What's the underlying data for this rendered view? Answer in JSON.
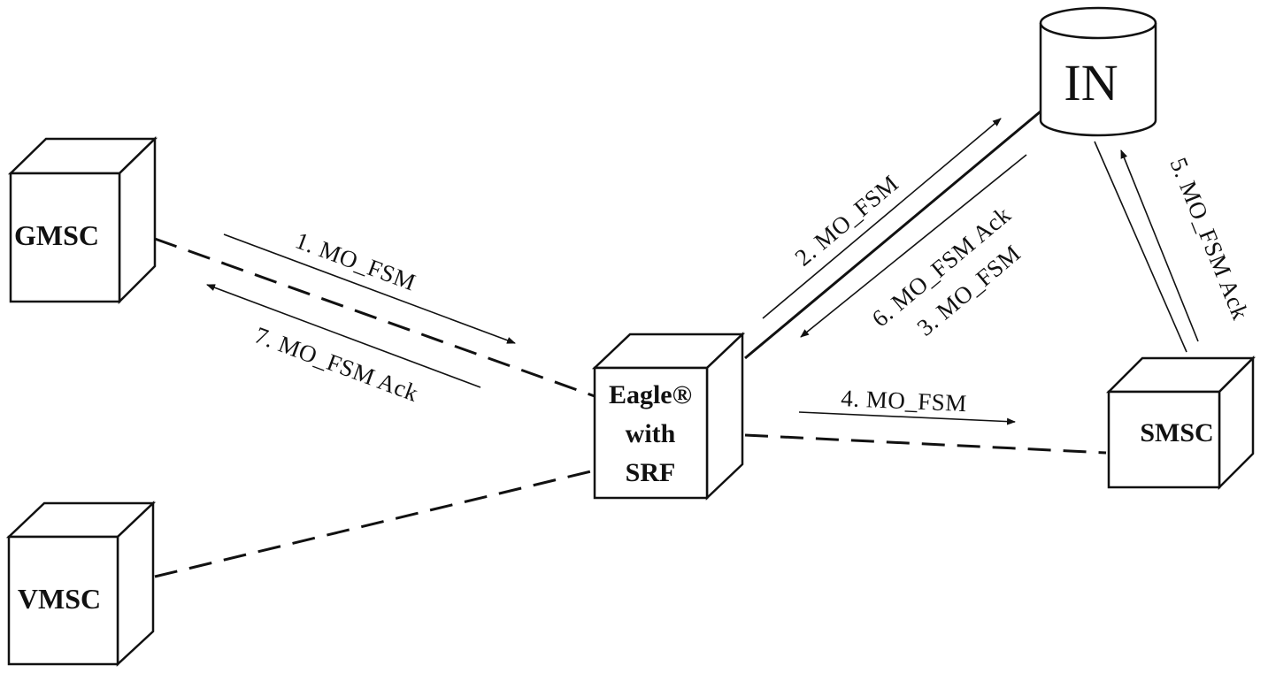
{
  "nodes": {
    "gmsc": {
      "label": "GMSC"
    },
    "vmsc": {
      "label": "VMSC"
    },
    "eagle": {
      "line1": "Eagle®",
      "line2": "with",
      "line3": "SRF"
    },
    "smsc": {
      "label": "SMSC"
    },
    "in": {
      "label": "IN"
    }
  },
  "messages": {
    "m1": "1. MO_FSM",
    "m2": "2. MO_FSM",
    "m3": "3. MO_FSM",
    "m4": "4. MO_FSM",
    "m5": "5. MO_FSM Ack",
    "m6": "6. MO_FSM Ack",
    "m7": "7. MO_FSM Ack"
  }
}
